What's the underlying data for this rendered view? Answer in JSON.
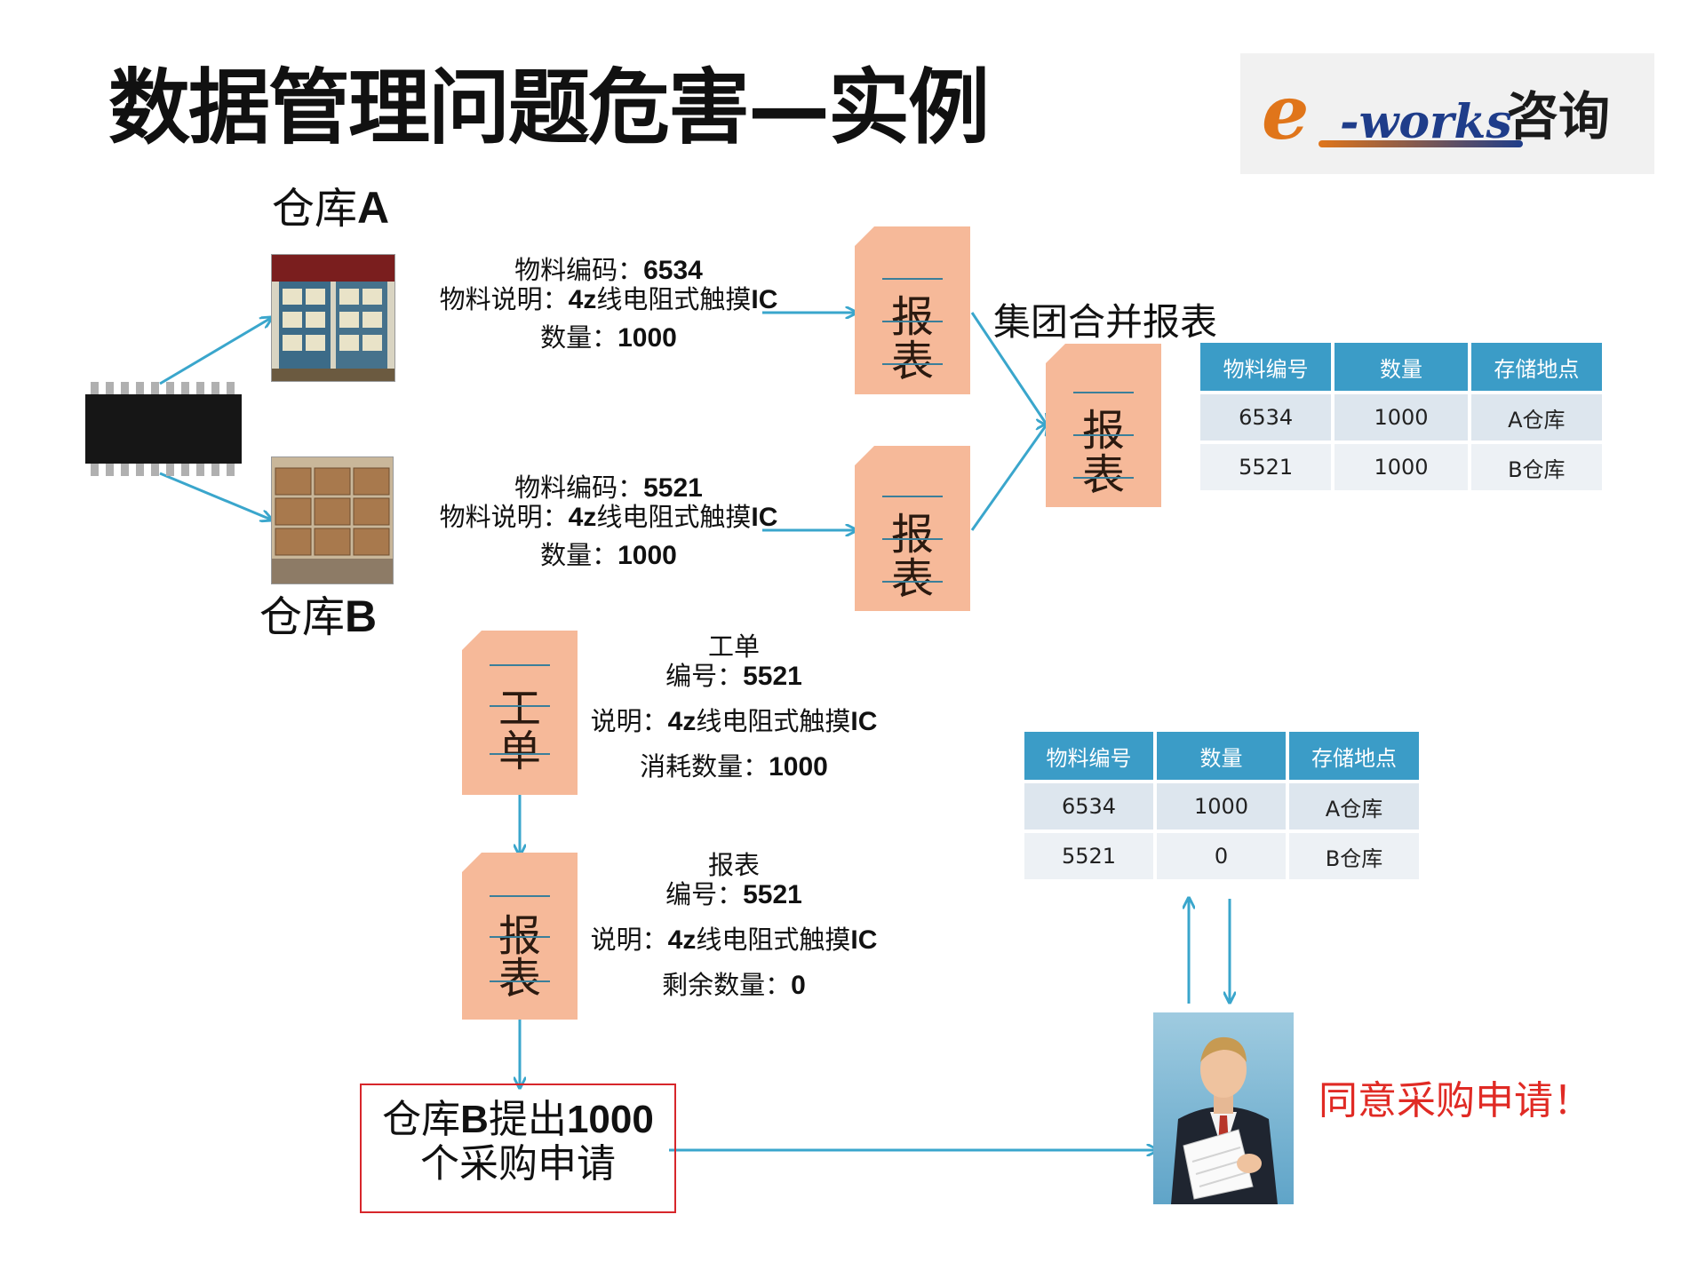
{
  "title": "数据管理问题危害—实例",
  "logo": {
    "brand_e": "e",
    "brand_works": "-works",
    "brand_cn": "咨询"
  },
  "warehouse_a": {
    "label_prefix": "仓库",
    "label_letter": "A",
    "code_label": "物料编码：",
    "code": "6534",
    "desc_label": "物料说明：",
    "desc_bold": "4z",
    "desc_text": "线电阻式触摸",
    "desc_tail": "IC",
    "qty_label": "数量：",
    "qty": "1000"
  },
  "warehouse_b": {
    "label_prefix": "仓库",
    "label_letter": "B",
    "code_label": "物料编码：",
    "code": "5521",
    "desc_label": "物料说明：",
    "desc_bold": "4z",
    "desc_text": "线电阻式触摸",
    "desc_tail": "IC",
    "qty_label": "数量：",
    "qty": "1000"
  },
  "docs": {
    "report_line1": "报",
    "report_line2": "表",
    "workorder_line1": "工",
    "workorder_line2": "单"
  },
  "group_report_label": "集团合并报表",
  "table_headers": [
    "物料编号",
    "数量",
    "存储地点"
  ],
  "group_table": {
    "rows": [
      [
        "6534",
        "1000",
        "A仓库"
      ],
      [
        "5521",
        "1000",
        "B仓库"
      ]
    ]
  },
  "work_order": {
    "title": "工单",
    "num_label": "编号：",
    "num": "5521",
    "desc_label": "说明：",
    "desc_bold": "4z",
    "desc_text": "线电阻式触摸",
    "desc_tail": "IC",
    "qty_label": "消耗数量：",
    "qty": "1000"
  },
  "remaining_report": {
    "title": "报表",
    "num_label": "编号：",
    "num": "5521",
    "desc_label": "说明：",
    "desc_bold": "4z",
    "desc_text": "线电阻式触摸",
    "desc_tail": "IC",
    "qty_label": "剩余数量：",
    "qty": "0"
  },
  "current_table": {
    "rows": [
      [
        "6534",
        "1000",
        "A仓库"
      ],
      [
        "5521",
        "0",
        "B仓库"
      ]
    ]
  },
  "purchase_request": {
    "p1": "仓库",
    "p2": "B",
    "p3": "提出",
    "p4": "1000",
    "line2": "个采购申请"
  },
  "approval_text": "同意采购申请！",
  "colors": {
    "arrow": "#3aa6cc",
    "doc_fill": "#f6b999",
    "table_header": "#3b9cc7",
    "request_border": "#d7262b",
    "approval": "#e02a24"
  }
}
